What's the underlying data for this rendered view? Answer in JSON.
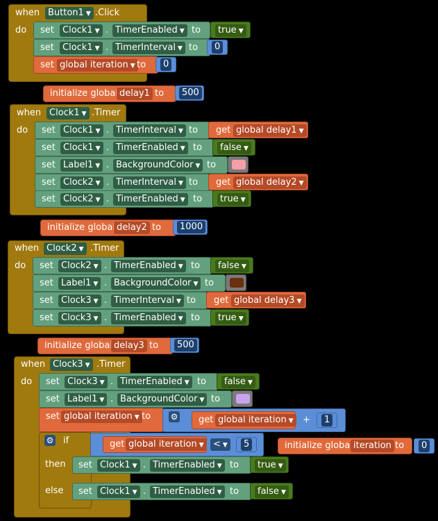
{
  "kw": {
    "when": "when",
    "do": "do",
    "set": "set",
    "dot": ".",
    "to": "to",
    "get": "get",
    "init": "initialize global",
    "if": "if",
    "then": "then",
    "else": "else",
    "plus": "+",
    "lt": "<"
  },
  "b1": {
    "comp": "Button1",
    "event": ".Click",
    "rows": [
      {
        "comp": "Clock1",
        "prop": "TimerEnabled",
        "val": "true"
      },
      {
        "comp": "Clock1",
        "prop": "TimerInterval",
        "val": "0"
      },
      {
        "var": "global iteration",
        "val": "0"
      }
    ]
  },
  "g1": {
    "name": "delay1",
    "val": "500"
  },
  "b2": {
    "comp": "Clock1",
    "event": ".Timer",
    "rows": [
      {
        "comp": "Clock1",
        "prop": "TimerInterval",
        "get": "global delay1"
      },
      {
        "comp": "Clock1",
        "prop": "TimerEnabled",
        "val": "false"
      },
      {
        "comp": "Label1",
        "prop": "BackgroundColor",
        "color": "#f5a0a8"
      },
      {
        "comp": "Clock2",
        "prop": "TimerInterval",
        "get": "global delay2"
      },
      {
        "comp": "Clock2",
        "prop": "TimerEnabled",
        "val": "true"
      }
    ]
  },
  "g2": {
    "name": "delay2",
    "val": "1000"
  },
  "b3": {
    "comp": "Clock2",
    "event": ".Timer",
    "rows": [
      {
        "comp": "Clock2",
        "prop": "TimerEnabled",
        "val": "false"
      },
      {
        "comp": "Label1",
        "prop": "BackgroundColor",
        "color": "#6b2e0e"
      },
      {
        "comp": "Clock3",
        "prop": "TimerInterval",
        "get": "global delay3"
      },
      {
        "comp": "Clock3",
        "prop": "TimerEnabled",
        "val": "true"
      }
    ]
  },
  "g3": {
    "name": "delay3",
    "val": "500"
  },
  "b4": {
    "comp": "Clock3",
    "event": ".Timer",
    "rows": [
      {
        "comp": "Clock3",
        "prop": "TimerEnabled",
        "val": "false"
      },
      {
        "comp": "Label1",
        "prop": "BackgroundColor",
        "color": "#c8a3f0"
      }
    ],
    "iter": {
      "var": "global iteration",
      "get": "global iteration",
      "add": "1"
    },
    "cond": {
      "get": "global iteration",
      "cmp": "<",
      "num": "5"
    },
    "then": {
      "comp": "Clock1",
      "prop": "TimerEnabled",
      "val": "true"
    },
    "else": {
      "comp": "Clock1",
      "prop": "TimerEnabled",
      "val": "false"
    }
  },
  "g4": {
    "name": "iteration",
    "val": "0"
  }
}
